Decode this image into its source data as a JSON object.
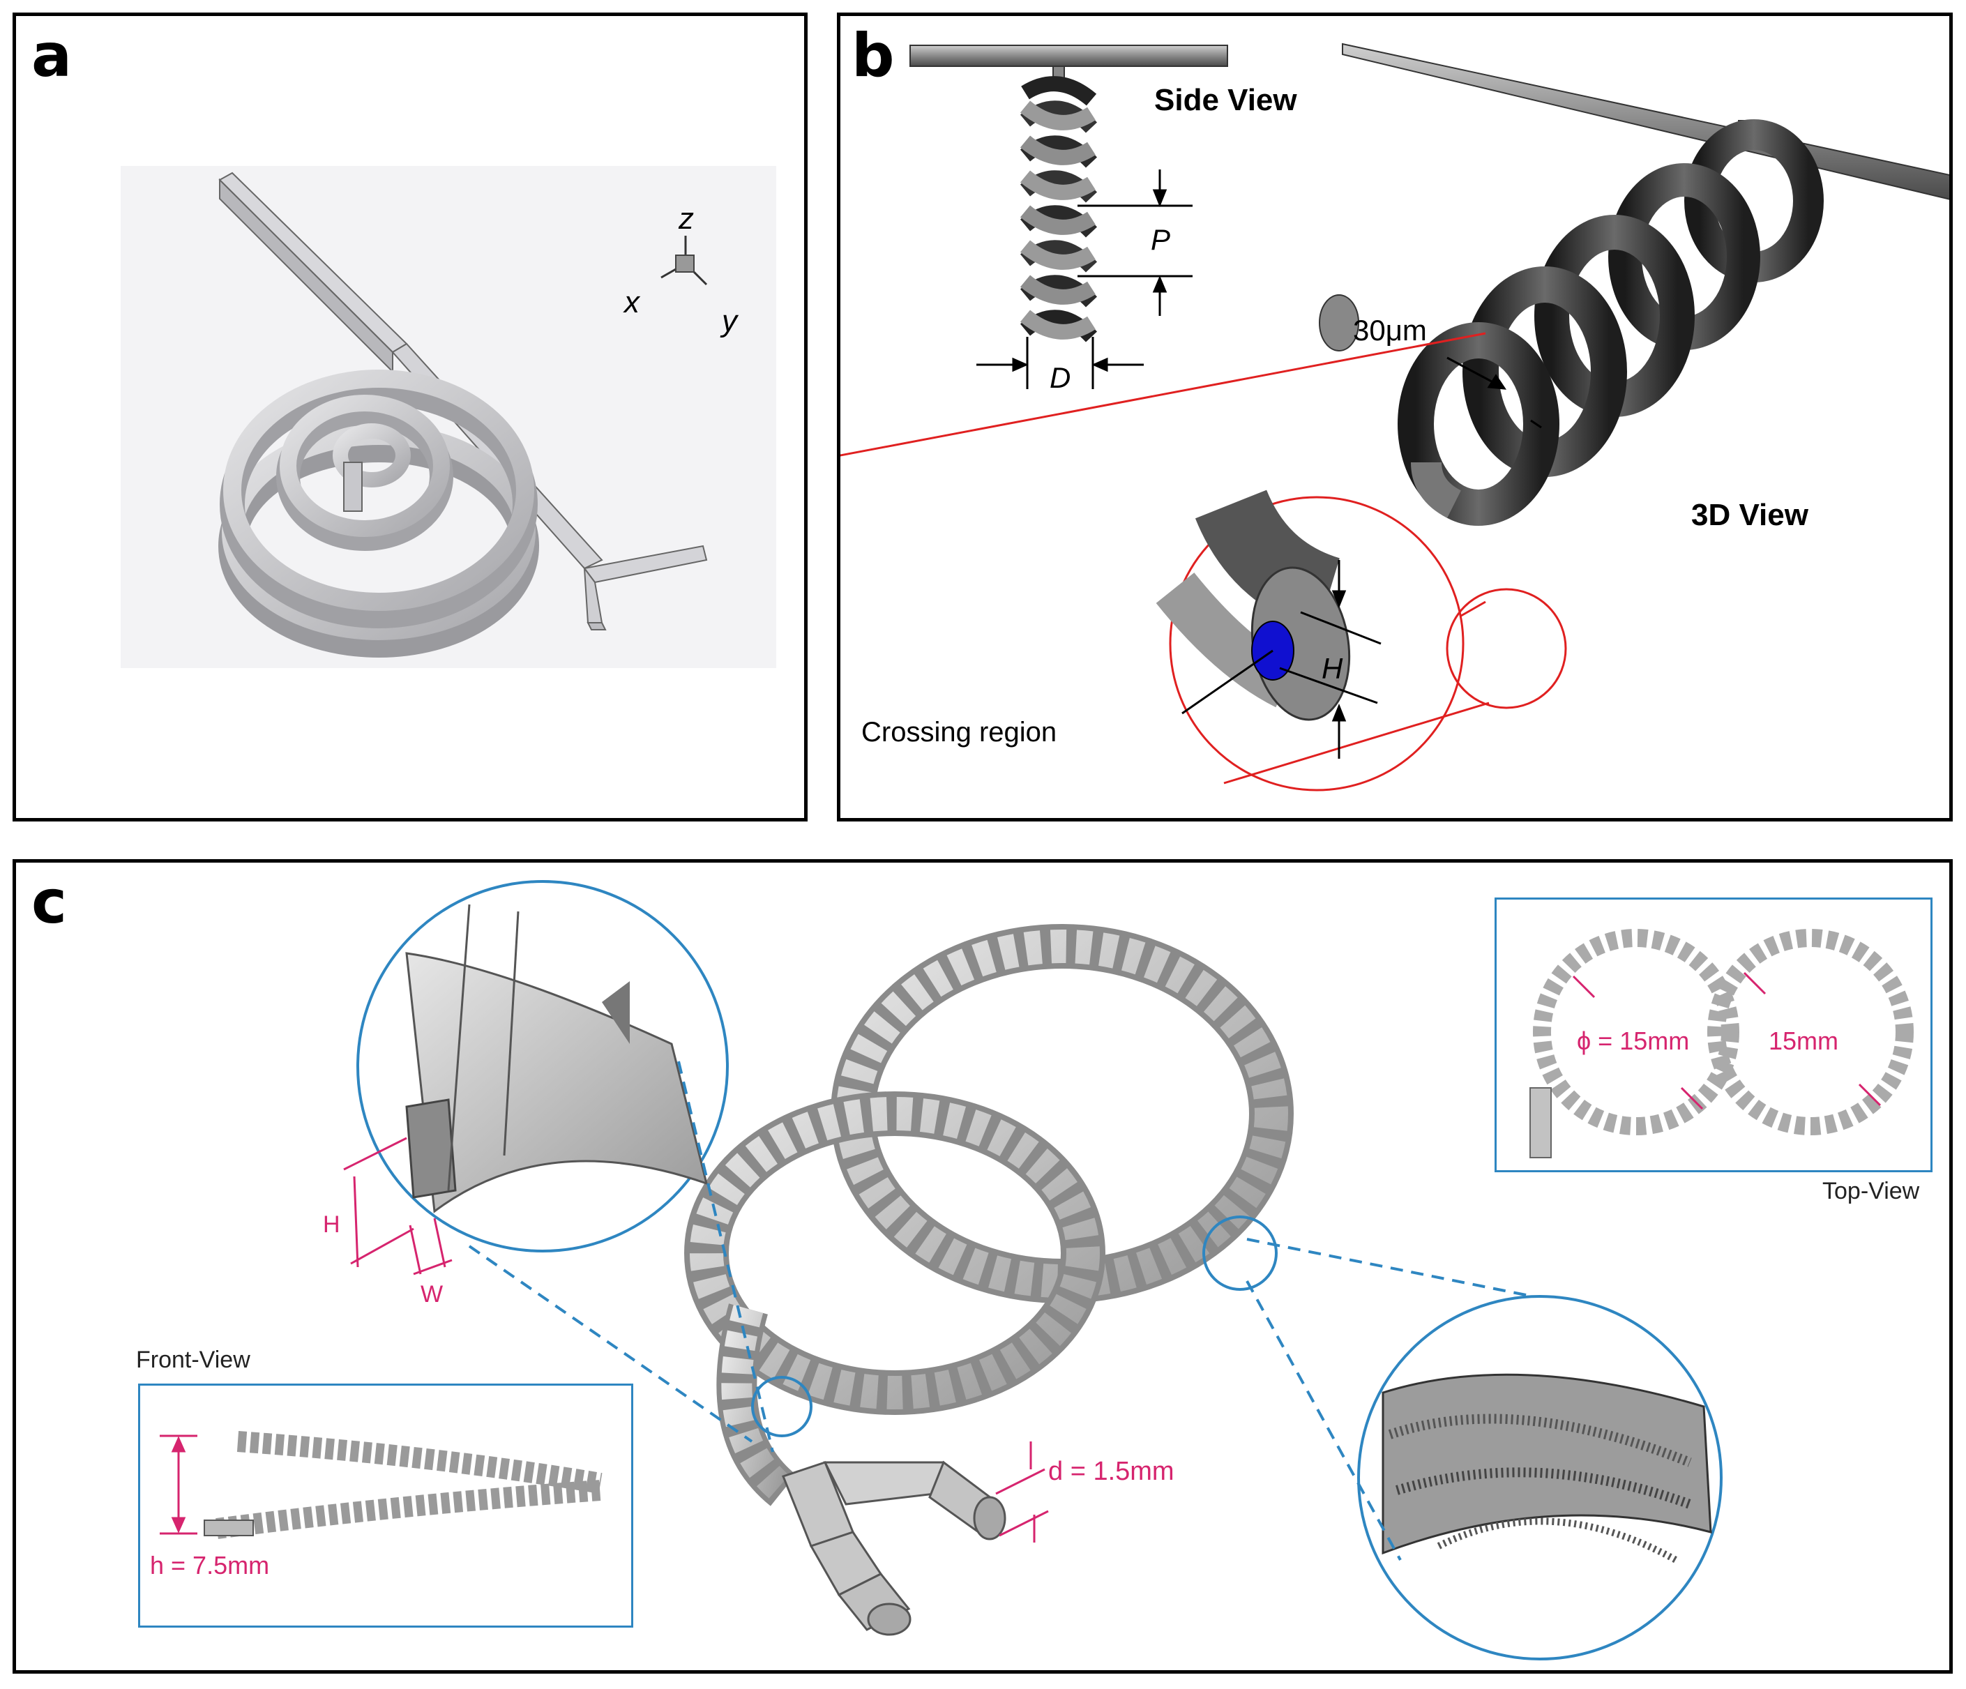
{
  "panels": {
    "a": {
      "label": "a",
      "axes": {
        "x": "x",
        "y": "y",
        "z": "z"
      }
    },
    "b": {
      "label": "b",
      "side_view_title": "Side View",
      "three_d_title": "3D View",
      "pitch_label": "P",
      "diameter_label": "D",
      "thickness_label": "30μm",
      "height_label": "H",
      "crossing_label": "Crossing region"
    },
    "c": {
      "label": "c",
      "front_view_caption": "Front-View",
      "top_view_caption": "Top-View",
      "h_label": "H",
      "w_label": "W",
      "d_label": "d = 1.5mm",
      "h_dim_label": "h = 7.5mm",
      "phi_label": "ϕ = 15mm",
      "ring2_label": "15mm"
    }
  },
  "colors": {
    "border": "#000000",
    "accent_red": "#e02020",
    "accent_blue": "#2e86c1",
    "dimension_magenta": "#d6246e",
    "crossing_fill": "#1010d0"
  }
}
